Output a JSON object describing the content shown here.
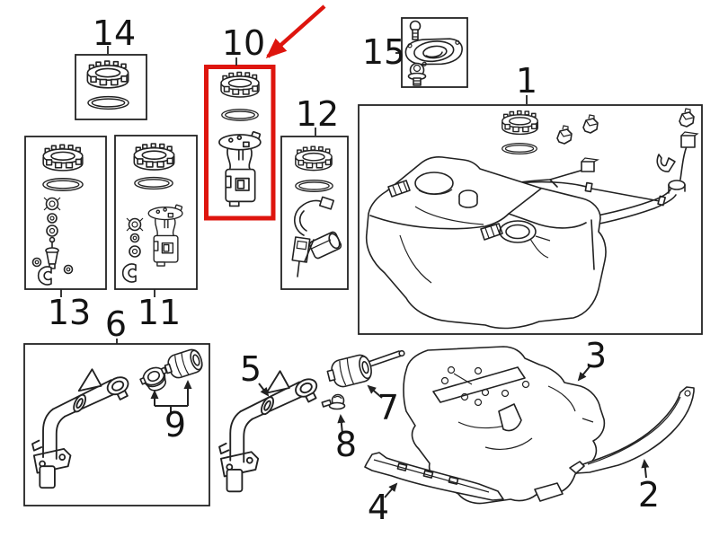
{
  "diagram": {
    "type": "exploded-parts-diagram",
    "subject_art": "fuel-tank-and-filler-pipe-assembly",
    "background_color": "#ffffff",
    "line_color": "#222222",
    "highlight_color": "#de150e",
    "highlighted_part": "10",
    "highlight_style": "red-outline-box-with-red-arrow",
    "parts": [
      {
        "num": "1",
        "art": "fuel-tank-assembly-box"
      },
      {
        "num": "2",
        "art": "tank-mounting-strap"
      },
      {
        "num": "3",
        "art": "tank-heat-shield"
      },
      {
        "num": "4",
        "art": "mounting-bracket-strip"
      },
      {
        "num": "5",
        "art": "fuel-filler-pipe"
      },
      {
        "num": "6",
        "art": "fuel-filler-pipe-boxed"
      },
      {
        "num": "7",
        "art": "vent-canister-with-rod"
      },
      {
        "num": "8",
        "art": "mounting-bolt-grommet"
      },
      {
        "num": "9",
        "art": "filler-pipe-couplers-pair"
      },
      {
        "num": "10",
        "art": "fuel-pump-module-highlighted"
      },
      {
        "num": "11",
        "art": "fuel-pump-sub-assembly-kit"
      },
      {
        "num": "12",
        "art": "fuel-level-sender"
      },
      {
        "num": "13",
        "art": "pump-hardware-kit"
      },
      {
        "num": "14",
        "art": "lock-ring-and-gasket"
      },
      {
        "num": "15",
        "art": "filler-neck-cover-plate"
      }
    ]
  }
}
